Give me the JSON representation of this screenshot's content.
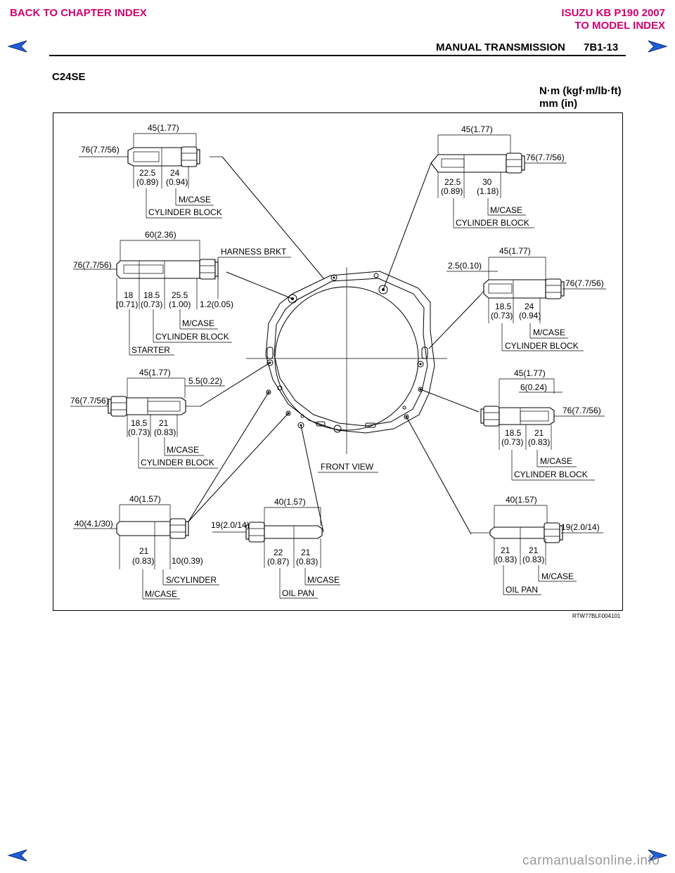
{
  "nav": {
    "back_chapter": "BACK TO CHAPTER INDEX",
    "model": "ISUZU KB P190 2007",
    "to_model": "TO MODEL INDEX"
  },
  "header": {
    "section": "MANUAL TRANSMISSION",
    "page": "7B1-13"
  },
  "content": {
    "model_code": "C24SE",
    "unit_torque": "N·m (kgf·m/lb·ft)",
    "unit_length": "mm (in)",
    "figure_id": "RTW77BLF004101"
  },
  "labels": {
    "front_view": "FRONT VIEW",
    "harness_brkt": "HARNESS BRKT",
    "m_case": "M/CASE",
    "cylinder_block": "CYLINDER BLOCK",
    "starter": "STARTER",
    "s_cylinder": "S/CYLINDER",
    "oil_pan": "OIL PAN"
  },
  "bolts": {
    "b1": {
      "torque": "76(7.7/56)",
      "length": "45(1.77)",
      "d1a": "22.5",
      "d1b": "(0.89)",
      "d2a": "24",
      "d2b": "(0.94)"
    },
    "b2": {
      "torque": "76(7.7/56)",
      "length": "60(2.36)",
      "d1a": "18",
      "d1b": "(0.71)",
      "d2a": "18.5",
      "d2b": "(0.73)",
      "d3a": "25.5",
      "d3b": "(1.00)",
      "gap": "1.2(0.05)"
    },
    "b3": {
      "torque": "76(7.7/56)",
      "length": "45(1.77)",
      "gap": "5.5(0.22)",
      "d1a": "18.5",
      "d1b": "(0.73)",
      "d2a": "21",
      "d2b": "(0.83)"
    },
    "b4": {
      "torque": "40(4.1/30)",
      "length": "40(1.57)",
      "d1a": "21",
      "d1b": "(0.83)",
      "d2": "10(0.39)"
    },
    "b5": {
      "torque": "19(2.0/14)",
      "length": "40(1.57)",
      "d1a": "22",
      "d1b": "(0.87)",
      "d2a": "21",
      "d2b": "(0.83)"
    },
    "b6": {
      "torque": "76(7.7/56)",
      "length": "45(1.77)",
      "d1a": "22.5",
      "d1b": "(0.89)",
      "d2a": "30",
      "d2b": "(1.18)"
    },
    "b7": {
      "torque": "76(7.7/56)",
      "length": "45(1.77)",
      "gap": "2.5(0.10)",
      "d1a": "18.5",
      "d1b": "(0.73)",
      "d2a": "24",
      "d2b": "(0.94)"
    },
    "b8": {
      "torque": "76(7.7/56)",
      "length": "45(1.77)",
      "gap": "6(0.24)",
      "d1a": "18.5",
      "d1b": "(0.73)",
      "d2a": "21",
      "d2b": "(0.83)"
    },
    "b9": {
      "torque": "19(2.0/14)",
      "length": "40(1.57)",
      "d1a": "21",
      "d1b": "(0.83)",
      "d2a": "21",
      "d2b": "(0.83)"
    }
  },
  "footer": {
    "watermark": "carmanualsonline.info"
  },
  "colors": {
    "nav_text": "#d0006f",
    "nav_arrow": "#1f5fd6",
    "watermark": "#9a9a9a"
  },
  "icons": {
    "prev": "left-arrow-icon",
    "next": "right-arrow-icon"
  }
}
